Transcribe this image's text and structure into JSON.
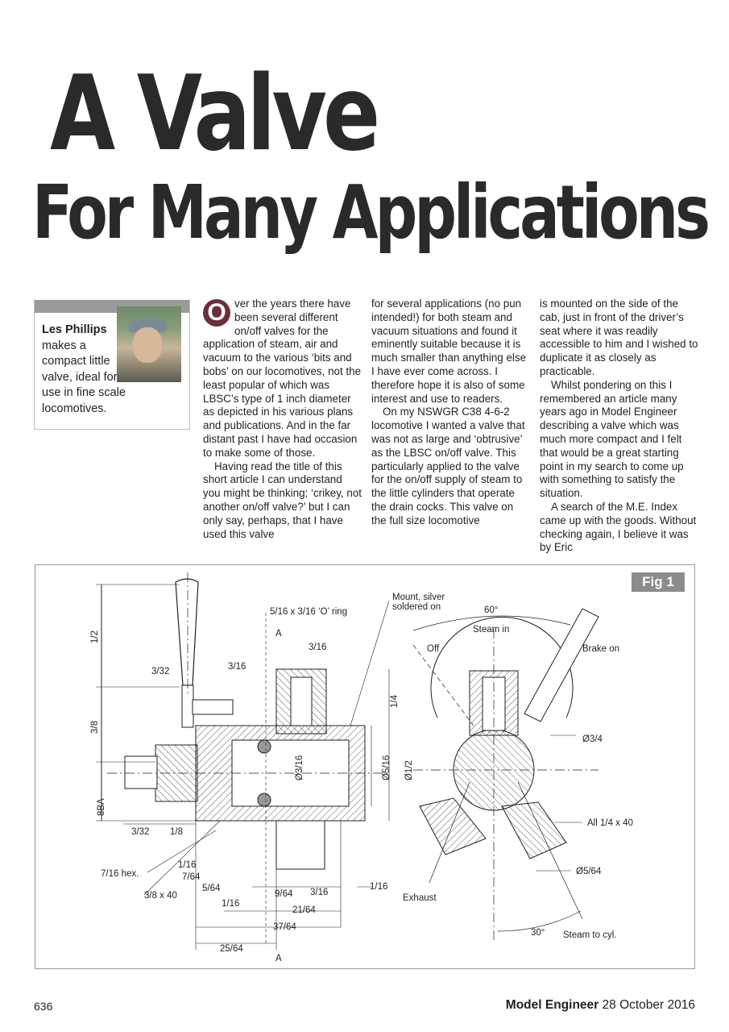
{
  "title": {
    "line1": "A Valve",
    "line2": "For Many Applications"
  },
  "intro": {
    "author": "Les Phillips",
    "blurb": "makes a compact little valve, ideal for use in fine scale locomotives."
  },
  "article": {
    "dropcap": "O",
    "columns": [
      [
        "ver the years there have been several different on/off valves for the application of steam, air and vacuum to the various ‘bits and bobs’ on our locomotives, not the least popular of which was LBSC’s type of 1 inch diameter as depicted in his various plans and publications. And in the far distant past I have had occasion to make some of those.",
        "Having read the title of this short article I can understand you might be thinking; ‘crikey, not another on/off valve?’ but I can only say, perhaps, that I have used this valve"
      ],
      [
        "for several applications (no pun intended!) for both steam and vacuum situations and found it eminently suitable because it is much smaller than anything else I have ever come across. I therefore hope it is also of some interest and use to readers.",
        "On my NSWGR C38 4-6-2 locomotive I wanted a valve that was not as large and ‘obtrusive’ as the LBSC on/off valve. This particularly applied to the valve for the on/off supply of steam to the little cylinders that operate the drain cocks. This valve on the full size locomotive"
      ],
      [
        "is mounted on the side of the cab, just in front of the driver’s seat where it was readily accessible to him and I wished to duplicate it as closely as practicable.",
        "Whilst pondering on this I remembered an article many years ago in Model Engineer describing a valve which was much more compact and I felt that would be a great starting point in my search to come up with something to satisfy the situation.",
        "A search of the M.E. Index came up with the goods. Without checking again, I believe it was by Eric"
      ]
    ]
  },
  "figure": {
    "label": "Fig 1",
    "dims": {
      "d_1_2": "1/2",
      "d_3_32_top": "3/32",
      "d_3_8": "3/8",
      "d_8ba": "8BA",
      "d_3_16_a": "3/16",
      "d_3_16_b": "3/16",
      "d_1_4": "1/4",
      "d_dia_3_16": "Ø3/16",
      "d_dia_5_16": "Ø5/16",
      "d_dia_1_2": "Ø1/2",
      "d_3_32_bot": "3/32",
      "d_1_8": "1/8",
      "d_1_16_a": "1/16",
      "d_7_64": "7/64",
      "d_5_64": "5/64",
      "d_1_16_b": "1/16",
      "d_9_64": "9/64",
      "d_3_16_c": "3/16",
      "d_1_16_c": "1/16",
      "d_21_64": "21/64",
      "d_37_64": "37/64",
      "d_25_64": "25/64",
      "oring": "5/16 x 3/16 ‘O’ ring",
      "mount1": "Mount, silver",
      "mount2": "soldered on",
      "hex": "7/16 hex.",
      "x40": "3/8 x 40",
      "sec_a_top": "A",
      "sec_a_bot": "A",
      "angle60": "60°",
      "steam_in": "Steam in",
      "off": "Off",
      "brake_on": "Brake on",
      "dia_3_4": "Ø3/4",
      "all_1_4": "All 1/4 x 40",
      "dia_5_64": "Ø5/64",
      "exhaust": "Exhaust",
      "angle30": "30°",
      "steam_cyl": "Steam to cyl."
    }
  },
  "footer": {
    "page": "636",
    "magazine": "Model Engineer",
    "date": "28 October 2016"
  }
}
